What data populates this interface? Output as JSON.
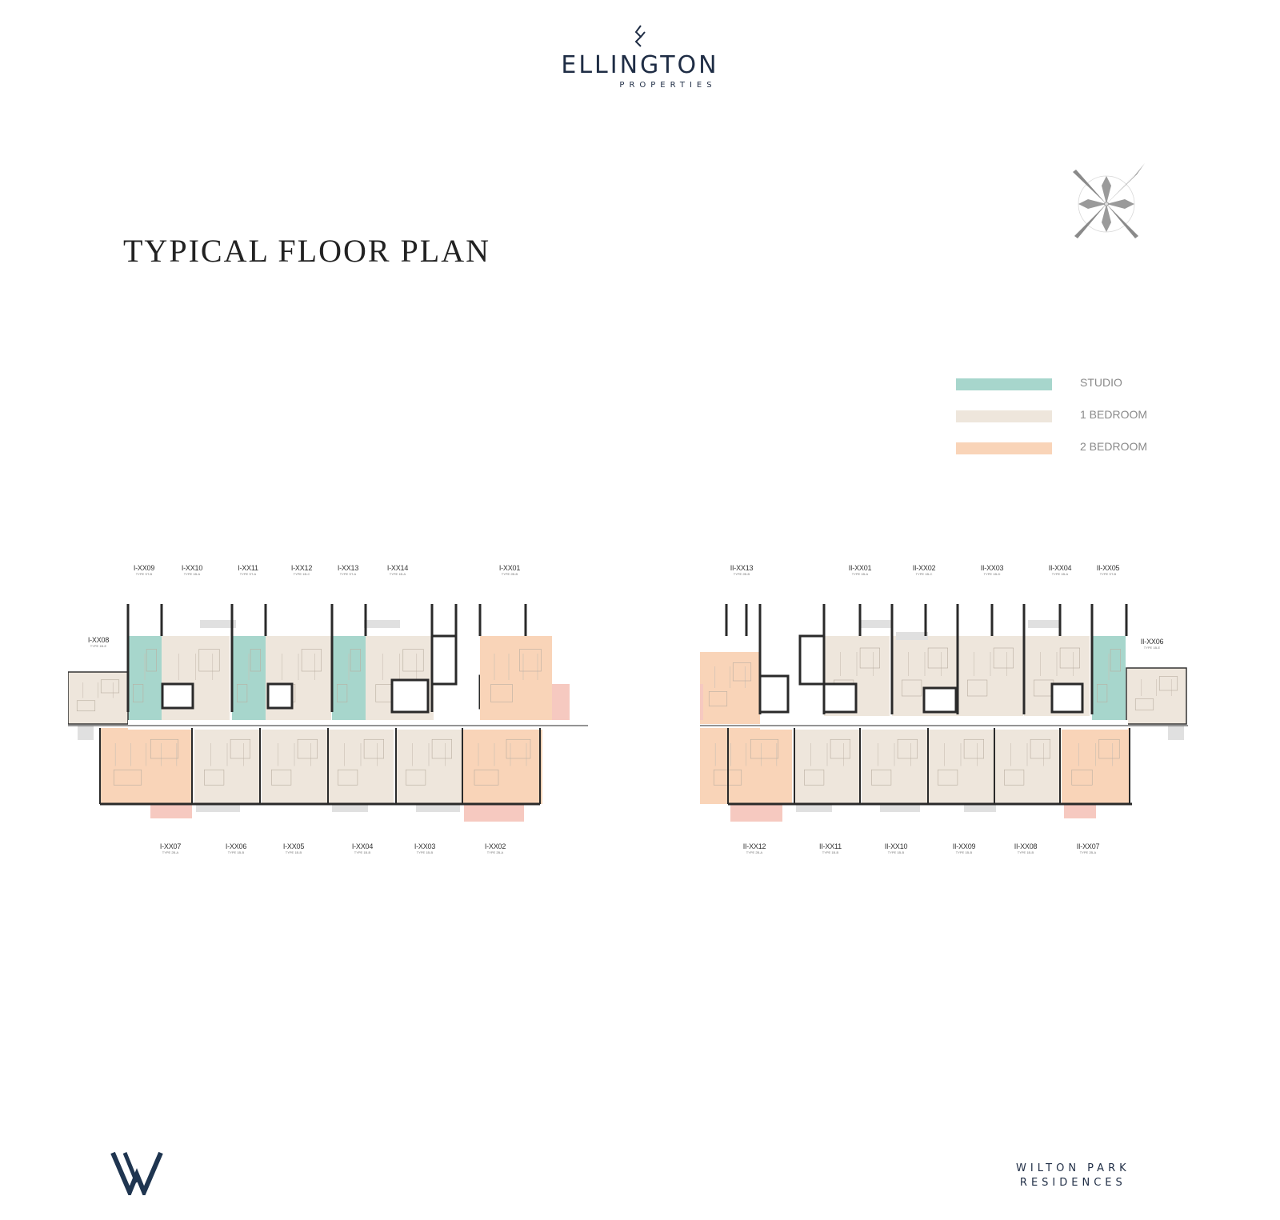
{
  "header": {
    "brand": "ELLINGTON",
    "brand_sub": "PROPERTIES"
  },
  "title": "TYPICAL FLOOR PLAN",
  "compass": {
    "name": "north-arrow"
  },
  "legend": [
    {
      "label": "STUDIO",
      "color": "#a7d6cc"
    },
    {
      "label": "1 BEDROOM",
      "color": "#eee6dc"
    },
    {
      "label": "2 BEDROOM",
      "color": "#f9d4b8"
    }
  ],
  "plans": {
    "left": {
      "top_units": [
        {
          "unit": "I-XX09",
          "type": "TYPE ST-B"
        },
        {
          "unit": "I-XX10",
          "type": "TYPE 1B-A"
        },
        {
          "unit": "I-XX11",
          "type": "TYPE ST-A"
        },
        {
          "unit": "I-XX12",
          "type": "TYPE 1B-C"
        },
        {
          "unit": "I-XX13",
          "type": "TYPE ST-A"
        },
        {
          "unit": "I-XX14",
          "type": "TYPE 1B-A"
        },
        {
          "unit": "I-XX01",
          "type": "TYPE 2B-B"
        }
      ],
      "side_unit": {
        "unit": "I-XX08",
        "type": "TYPE 1B-E"
      },
      "bottom_units": [
        {
          "unit": "I-XX07",
          "type": "TYPE 2B-A"
        },
        {
          "unit": "I-XX06",
          "type": "TYPE 1B-B"
        },
        {
          "unit": "I-XX05",
          "type": "TYPE 1B-B"
        },
        {
          "unit": "I-XX04",
          "type": "TYPE 1B-B"
        },
        {
          "unit": "I-XX03",
          "type": "TYPE 1B-B"
        },
        {
          "unit": "I-XX02",
          "type": "TYPE 2B-A"
        }
      ]
    },
    "right": {
      "top_units": [
        {
          "unit": "II-XX13",
          "type": "TYPE 2B-B"
        },
        {
          "unit": "II-XX01",
          "type": "TYPE 1B-A"
        },
        {
          "unit": "II-XX02",
          "type": "TYPE 1B-C"
        },
        {
          "unit": "II-XX03",
          "type": "TYPE 1B-D"
        },
        {
          "unit": "II-XX04",
          "type": "TYPE 1B-A"
        },
        {
          "unit": "II-XX05",
          "type": "TYPE ST-B"
        }
      ],
      "side_unit": {
        "unit": "II-XX06",
        "type": "TYPE 1B-E"
      },
      "bottom_units": [
        {
          "unit": "II-XX12",
          "type": "TYPE 2B-A"
        },
        {
          "unit": "II-XX11",
          "type": "TYPE 1B-B"
        },
        {
          "unit": "II-XX10",
          "type": "TYPE 1B-B"
        },
        {
          "unit": "II-XX09",
          "type": "TYPE 1B-B"
        },
        {
          "unit": "II-XX08",
          "type": "TYPE 1B-B"
        },
        {
          "unit": "II-XX07",
          "type": "TYPE 2B-A"
        }
      ]
    }
  },
  "footer": {
    "logo_letter": "W",
    "residence_line1": "WILTON PARK",
    "residence_line2": "RESIDENCES"
  }
}
